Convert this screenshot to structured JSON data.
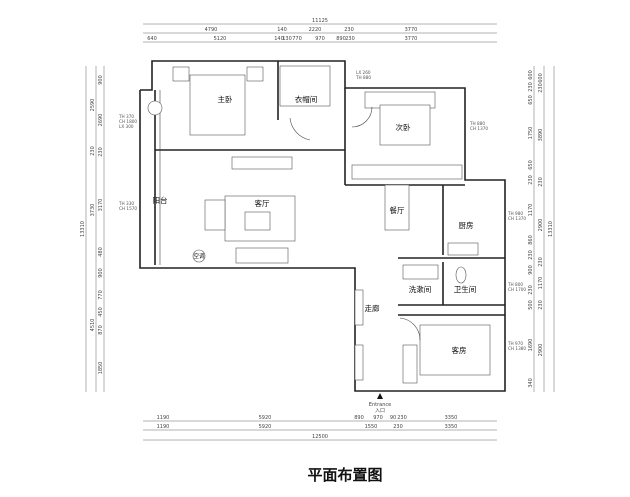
{
  "title": "平面布置图",
  "entrance": {
    "en": "Entrance",
    "cn": "入口"
  },
  "rooms": {
    "master_bedroom": "主卧",
    "cloakroom": "衣帽间",
    "second_bedroom": "次卧",
    "living_room": "客厅",
    "balcony": "阳台",
    "dining_room": "餐厅",
    "kitchen": "厨房",
    "air_conditioner": "空调",
    "washroom": "洗漱间",
    "toilet": "卫生间",
    "corridor": "走廊",
    "guest_room": "客房"
  },
  "window_notes": {
    "balcony_top": [
      "TH 370",
      "CH 1800",
      "LX 300"
    ],
    "balcony_mid": [
      "TH 330",
      "CH 1570"
    ],
    "cloakroom": [
      "LX 260",
      "TH 880"
    ],
    "second_bedroom": [
      "TH 880",
      "CH 1370"
    ],
    "kitchen": [
      "TH 980",
      "CH 1370"
    ],
    "toilet": [
      "TH 800",
      "CH 1700"
    ],
    "guest_room": [
      "TH 970",
      "CH 1380"
    ]
  },
  "dimensions": {
    "top_total": "11125",
    "top_row2": [
      "4790",
      "140",
      "2220",
      "230",
      "3770"
    ],
    "top_row3": [
      "640",
      "5120",
      "140",
      "130",
      "770",
      "970",
      "890",
      "230",
      "3770"
    ],
    "bottom_row1": [
      "1190",
      "5920",
      "890",
      "970",
      "90",
      "230",
      "3350"
    ],
    "bottom_row2": [
      "1190",
      "5920",
      "1550",
      "230",
      "3350"
    ],
    "bottom_total": "12500",
    "left_total": "13310",
    "left_row2": [
      "2590",
      "230",
      "3730",
      "4510"
    ],
    "left_row3": [
      "900",
      "2690",
      "230",
      "3170",
      "480",
      "900",
      "770",
      "450",
      "870",
      "1850"
    ],
    "right_total": "13310",
    "right_row2": [
      "600",
      "230",
      "3890",
      "230",
      "2900",
      "230",
      "1170",
      "230",
      "2900"
    ],
    "right_row3": [
      "600",
      "230",
      "650",
      "1750",
      "650",
      "230",
      "1170",
      "860",
      "230",
      "900",
      "230",
      "500",
      "1690",
      "340"
    ]
  }
}
